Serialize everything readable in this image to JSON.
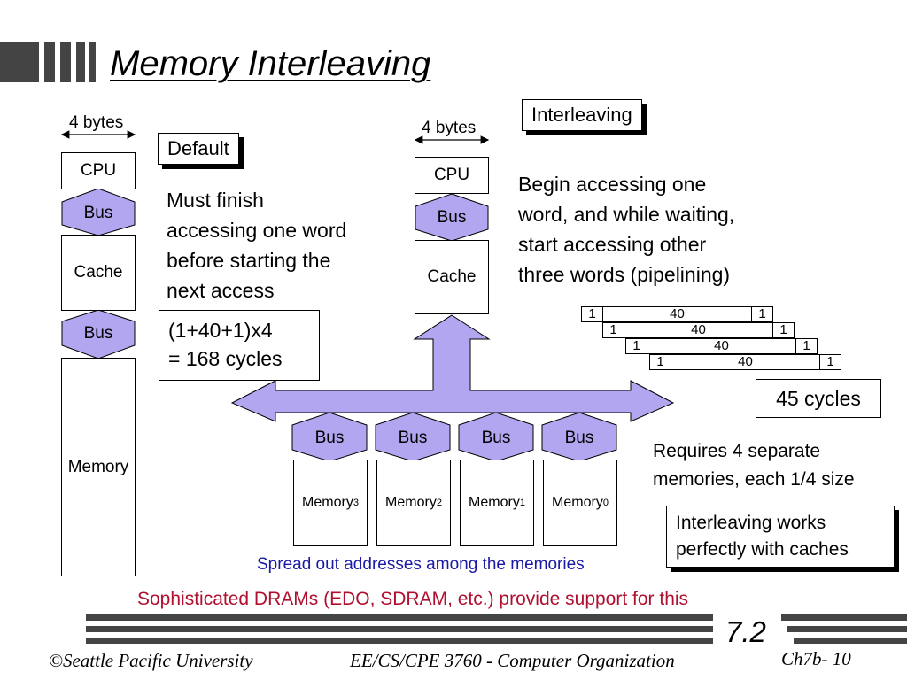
{
  "title": "Memory Interleaving",
  "left_diagram": {
    "width_label": "4 bytes",
    "cpu": "CPU",
    "bus_top": "Bus",
    "cache": "Cache",
    "bus_bottom": "Bus",
    "memory": "Memory"
  },
  "default_section": {
    "heading": "Default",
    "text": [
      "Must finish",
      "accessing one word",
      "before starting the",
      "next access"
    ],
    "formula": [
      "(1+40+1)x4",
      "= 168 cycles"
    ]
  },
  "center_diagram": {
    "width_label": "4 bytes",
    "cpu": "CPU",
    "bus_top": "Bus",
    "cache": "Cache",
    "buses": [
      "Bus",
      "Bus",
      "Bus",
      "Bus"
    ],
    "memories": [
      {
        "name": "Memory",
        "sub": "3"
      },
      {
        "name": "Memory",
        "sub": "2"
      },
      {
        "name": "Memory",
        "sub": "1"
      },
      {
        "name": "Memory",
        "sub": "0"
      }
    ],
    "caption": "Spread out addresses among the memories"
  },
  "interleaving_section": {
    "heading": "Interleaving",
    "text": [
      "Begin accessing one",
      "word, and while waiting,",
      "start accessing other",
      "three words (pipelining)"
    ],
    "pipeline_rows": [
      [
        "1",
        "40",
        "1"
      ],
      [
        "1",
        "40",
        "1"
      ],
      [
        "1",
        "40",
        "1"
      ],
      [
        "1",
        "40",
        "1"
      ]
    ],
    "result": "45 cycles",
    "requirement": [
      "Requires 4 separate",
      "memories, each 1/4 size"
    ],
    "note": [
      "Interleaving works",
      "perfectly with caches"
    ]
  },
  "bottom_note": "Sophisticated DRAMs (EDO, SDRAM, etc.) provide support for this",
  "footer": {
    "section": "7.2",
    "copyright": "©Seattle Pacific University",
    "course": "EE/CS/CPE 3760 - Computer Organization",
    "page": "Ch7b- 10"
  },
  "colors": {
    "bus_fill": "#b3a6f0",
    "caption_blue": "#1a1aa6",
    "note_red": "#b01030",
    "stripe": "#444444"
  }
}
